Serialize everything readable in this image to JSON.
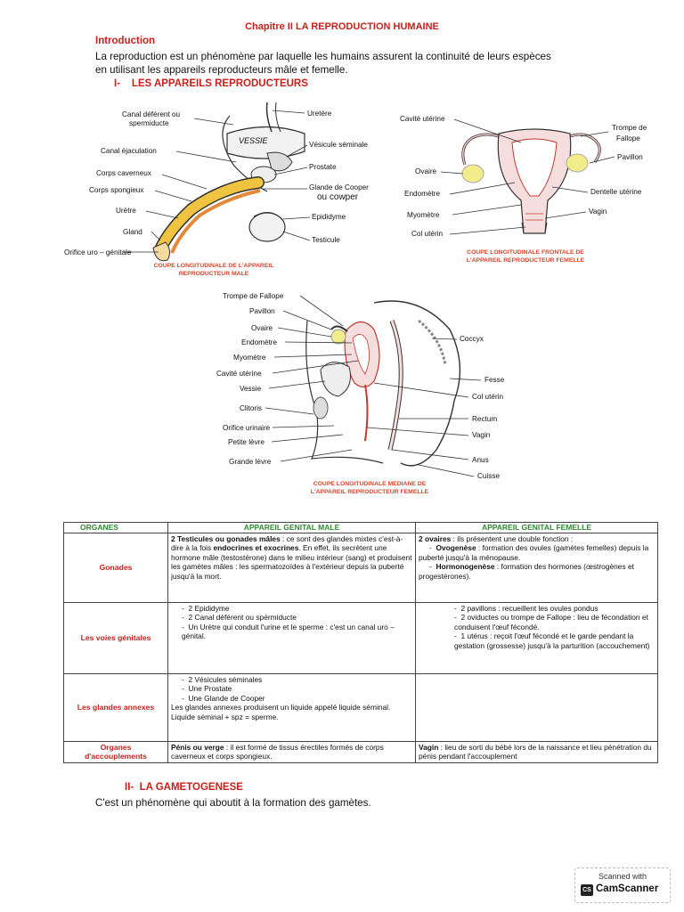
{
  "title": "Chapitre II LA REPRODUCTION HUMAINE",
  "intro": {
    "heading": "Introduction",
    "line1": "La reproduction est un phénomène par laquelle les humains assurent la continuité de leurs espèces",
    "line2": "en utilisant les appareils reproducteurs mâle et femelle."
  },
  "section1": {
    "num": "I-",
    "title": "LES APPAREILS REPRODUCTEURS"
  },
  "fig_male": {
    "labels": {
      "canal_deferent_1": "Canal déférent ou",
      "canal_deferent_2": "spermiducte",
      "canal_ejaculation": "Canal éjaculation",
      "corps_caverneux": "Corps caverneux",
      "corps_spongieux": "Corps spongieux",
      "uretre": "Urètre",
      "gland": "Gland",
      "orifice": "Orifice uro – génitale",
      "ureter": "Uretère",
      "vessie": "VESSIE",
      "vesicule": "Vésicule séminale",
      "prostate": "Prostate",
      "cooper_1": "Glande de Cooper",
      "cooper_2": "ou cowper",
      "epididyme": "Epididyme",
      "testicule": "Testicule"
    },
    "caption_1": "COUPE LONGITUDINALE DE L'APPAREIL",
    "caption_2": "REPRODUCTEUR MALE"
  },
  "fig_female_front": {
    "labels": {
      "cavite": "Cavité utérine",
      "ovaire": "Ovaire",
      "endometre": "Endomètre",
      "myometre": "Myomètre",
      "col": "Col utérin",
      "trompe_1": "Trompe de",
      "trompe_2": "Fallope",
      "pavillon": "Pavillon",
      "dentelle": "Dentelle utérine",
      "vagin": "Vagin"
    },
    "caption_1": "COUPE LONGITUDINALE FRONTALE DE",
    "caption_2": "L'APPAREIL REPRODUCTEUR FEMELLE"
  },
  "fig_female_median": {
    "labels": {
      "trompe": "Trompe de Fallope",
      "pavillon": "Pavillon",
      "ovaire": "Ovaire",
      "endometre": "Endomètre",
      "myometre": "Myomètre",
      "cavite": "Cavité utérine",
      "vessie": "Vessie",
      "clitoris": "Clitoris",
      "orifice": "Orifice urinaire",
      "petite": "Petite lèvre",
      "grande": "Grande lèvre",
      "coccyx": "Coccyx",
      "fesse": "Fesse",
      "col": "Col utérin",
      "rectum": "Rectum",
      "vagin": "Vagin",
      "anus": "Anus",
      "cuisse": "Cuisse"
    },
    "caption_1": "COUPE LONGITUDINALE MEDIANE DE",
    "caption_2": "L'APPAREIL REPRODUCTEUR FEMELLE"
  },
  "table": {
    "headers": [
      "ORGANES",
      "APPAREIL GENITAL MALE",
      "APPAREIL GENITAL FEMELLE"
    ],
    "gonades": {
      "name": "Gonades",
      "male_bold1": "2 Testicules ou gonades mâles",
      "male_t1": " : ce sont des glandes mixtes  c'est-à-dire à la fois ",
      "male_bold2": "endocrines et exocrines",
      "male_t2": ". En effet, ils secrètent une hormone mâle (testostérone) dans le milieu intérieur (sang) et produisent les gamètes mâles : les spermatozoïdes à l'extérieur depuis la puberté jusqu'à la mort.",
      "fem_bold1": "2 ovaires",
      "fem_t1": " : ils présentent une double fonction :",
      "fem_bold2": "Ovogenèse",
      "fem_t2": " : formation des ovules (gamètes femelles) depuis la puberté jusqu'à la ménopause.",
      "fem_bold3": "Hormonogenèse",
      "fem_t3": " : formation des hormones (œstrogènes et progestérones)."
    },
    "voies": {
      "name": "Les voies génitales",
      "male": [
        "2 Epididyme",
        "2 Canal déférent ou spérmiducte",
        "Un Urètre qui conduit l'urine et le sperme : c'est un canal uro – génital."
      ],
      "fem1": "2 pavillons : recueillent les ovules pondus",
      "fem2": "2 oviductes ou trompe de Fallope : lieu de fécondation et conduisent l'œuf fécondé.",
      "fem3": "1 utérus : reçoit l'œuf fécondé et le garde pendant la gestation (grossesse) jusqu'à la parturition (accouchement)"
    },
    "annexes": {
      "name": "Les glandes annexes",
      "male": [
        "2 Vésicules séminales",
        "Une Prostate",
        "Une Glande de Cooper"
      ],
      "male_t1": "Les glandes annexes produisent un liquide appelé liquide séminal.",
      "male_t2": "Liquide séminal + spz = sperme."
    },
    "accouplement": {
      "name_1": "Organes",
      "name_2": "d'accouplements",
      "male_bold": "Pénis ou verge",
      "male_t": " : il est formé de tissus érectiles formés de corps caverneux et corps spongieux.",
      "fem_bold": "Vagin",
      "fem_t": " : lieu de sorti du bébé lors de la naissance et lieu pénétration du pénis pendant l'accouplement"
    }
  },
  "section2": {
    "num": "II-",
    "title": "LA GAMETOGENESE",
    "text": "C'est un phénomène qui aboutit à la formation des gamètes."
  },
  "watermark": {
    "top": "Scanned with",
    "logo": "CS",
    "name": "CamScanner"
  },
  "colors": {
    "heading_red": "#c8201c",
    "table_header_green": "#2d8a2d",
    "caption_orange": "#d4452e"
  }
}
